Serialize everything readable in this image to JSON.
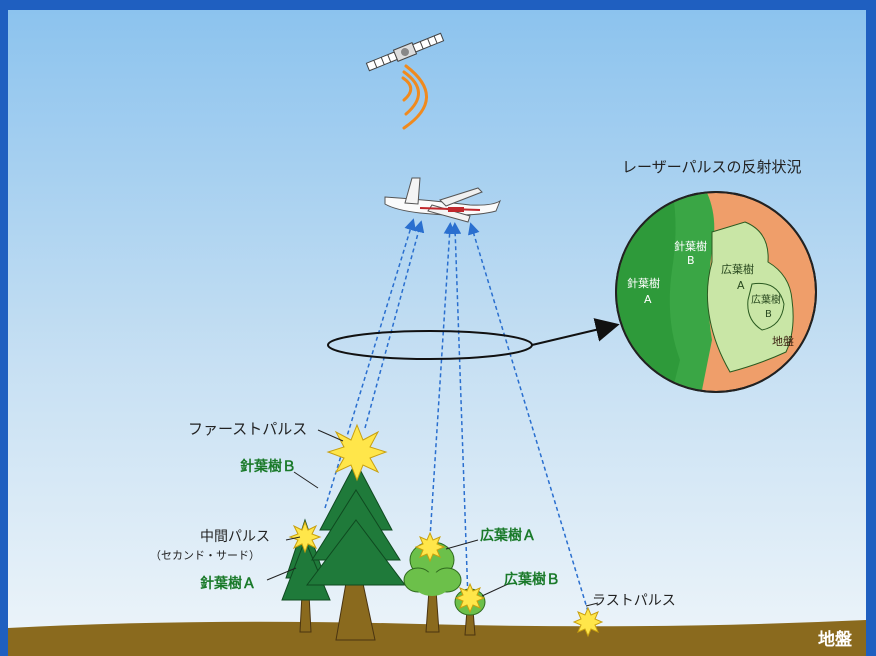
{
  "inset_title": "レーザーパルスの反射状況",
  "inset_regions": {
    "conifer_b": [
      "針葉樹",
      "B"
    ],
    "conifer_a": [
      "針葉樹",
      "A"
    ],
    "broadleaf_a": [
      "広葉樹",
      "A"
    ],
    "broadleaf_b": [
      "広葉樹",
      "B"
    ],
    "ground": "地盤"
  },
  "labels": {
    "first_pulse": "ファーストパルス",
    "conifer_b": "針葉樹Ｂ",
    "middle_pulse": "中間パルス",
    "middle_pulse_sub": "（セカンド・サード）",
    "conifer_a": "針葉樹Ａ",
    "broadleaf_a": "広葉樹Ａ",
    "broadleaf_b": "広葉樹Ｂ",
    "last_pulse": "ラストパルス",
    "ground": "地盤"
  },
  "colors": {
    "frame": "#1f5fc0",
    "sky_top": "#8cc3ee",
    "sky_bottom": "#eaf3f9",
    "ground": "#8a6a1e",
    "conifer": "#1f7a3a",
    "conifer_inset": "#3aa645",
    "broadleaf": "#6cc04a",
    "broadleaf_inset": "#c9e6a6",
    "ground_inset": "#ef9e6a",
    "label_green": "#1a7a2a",
    "signal": "#f08a1e",
    "beam": "#2a6fcf"
  }
}
